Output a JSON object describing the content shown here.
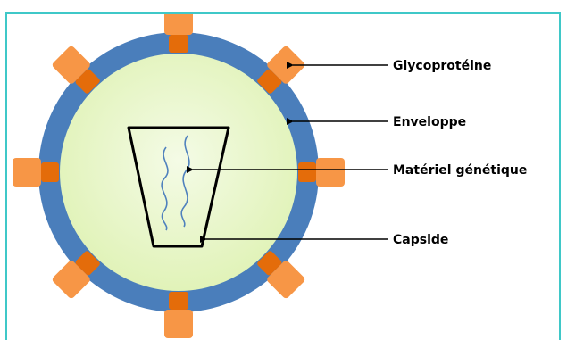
{
  "labels": {
    "glycoproteine": "Glycoprotéine",
    "enveloppe": "Enveloppe",
    "materiel_genetique": "Matériel génétique",
    "capside": "Capside"
  },
  "colors": {
    "envelope": "#4a7ebb",
    "interior": "#e6f5c0",
    "interior_center": "#f4fbe6",
    "spike_outer": "#f79646",
    "spike_inner": "#e46c0a",
    "capsid_stroke": "#000000",
    "genome": "#4f81bd",
    "frame_border": "#3fc8c8",
    "arrow": "#000000"
  }
}
